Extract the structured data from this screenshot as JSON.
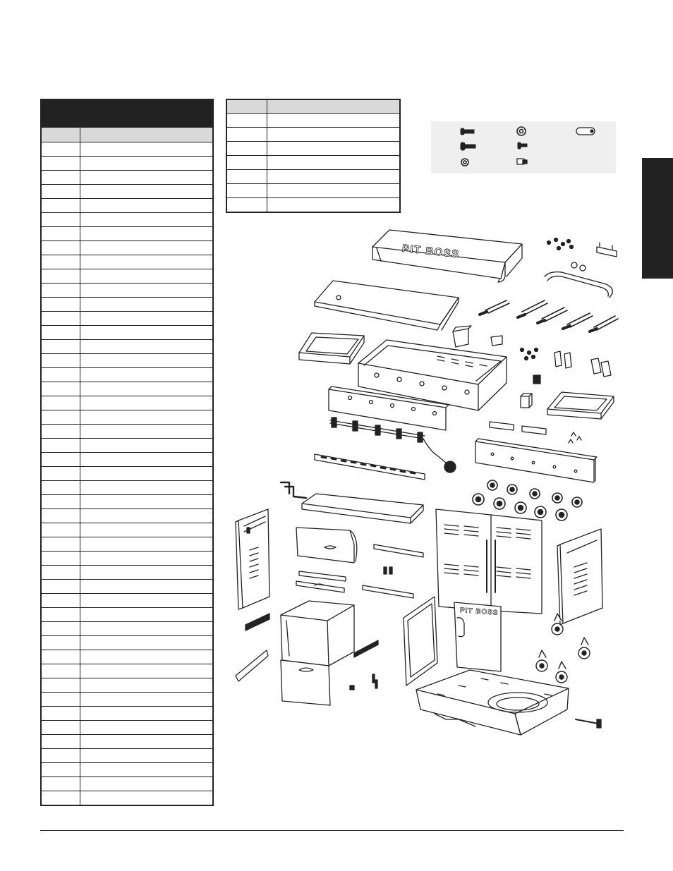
{
  "brand": {
    "lid_logo": "PIT BOSS",
    "door_logo": "PIT BOSS"
  },
  "parts_table": {
    "row_count": 47
  },
  "hardware_table": {
    "row_count": 7
  },
  "hardware_icons": [
    "screw-icon",
    "washer-icon",
    "bolt-pin-icon",
    "long-screw-icon",
    "short-bolt-icon",
    "nut-icon",
    "shoulder-bolt-icon"
  ],
  "colors": {
    "ink": "#222222",
    "header_grey": "#d9d9d9",
    "hardware_bg": "#efefef"
  }
}
